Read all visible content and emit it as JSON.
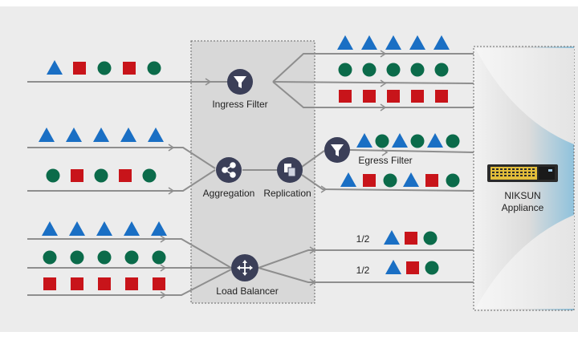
{
  "colors": {
    "panel": "#ececec",
    "zone": "#d7d7d7",
    "line": "#8e8e8e",
    "triangle": "#1a6fc4",
    "square": "#c8141a",
    "circle": "#0b6b4a",
    "node": "#3b3f58",
    "appliance_gold": "#e2bd3a"
  },
  "labels": {
    "ingress_filter": "Ingress Filter",
    "aggregation": "Aggregation",
    "replication": "Replication",
    "egress_filter": "Egress Filter",
    "load_balancer": "Load Balancer",
    "split_top": "1/2",
    "split_bottom": "1/2",
    "appliance_line1": "NIKSUN",
    "appliance_line2": "Appliance"
  },
  "icons": {
    "ingress_filter": "filter-icon",
    "aggregation": "share-icon",
    "replication": "copy-icon",
    "egress_filter": "filter-icon",
    "load_balancer": "move-arrows-icon",
    "appliance": "network-appliance-icon"
  },
  "packet_rows": [
    {
      "id": "input-mixed",
      "shapes": [
        "triangle",
        "square",
        "circle",
        "square",
        "circle"
      ]
    },
    {
      "id": "ingress-out-triangles",
      "shapes": [
        "triangle",
        "triangle",
        "triangle",
        "triangle",
        "triangle"
      ]
    },
    {
      "id": "ingress-out-circles",
      "shapes": [
        "circle",
        "circle",
        "circle",
        "circle",
        "circle"
      ]
    },
    {
      "id": "ingress-out-squares",
      "shapes": [
        "square",
        "square",
        "square",
        "square",
        "square"
      ]
    },
    {
      "id": "input-triangles",
      "shapes": [
        "triangle",
        "triangle",
        "triangle",
        "triangle",
        "triangle"
      ]
    },
    {
      "id": "input-circles-squares",
      "shapes": [
        "circle",
        "square",
        "circle",
        "square",
        "circle"
      ]
    },
    {
      "id": "egress-in-mixed",
      "shapes": [
        "triangle",
        "circle",
        "triangle",
        "circle",
        "triangle",
        "circle"
      ]
    },
    {
      "id": "egress-bypass-mixed",
      "shapes": [
        "triangle",
        "square",
        "circle",
        "triangle",
        "square",
        "circle"
      ]
    },
    {
      "id": "lb-in-triangles",
      "shapes": [
        "triangle",
        "triangle",
        "triangle",
        "triangle",
        "triangle"
      ]
    },
    {
      "id": "lb-in-circles",
      "shapes": [
        "circle",
        "circle",
        "circle",
        "circle",
        "circle"
      ]
    },
    {
      "id": "lb-in-squares",
      "shapes": [
        "square",
        "square",
        "square",
        "square",
        "square"
      ]
    },
    {
      "id": "lb-out-top",
      "shapes": [
        "triangle",
        "square",
        "circle"
      ]
    },
    {
      "id": "lb-out-bottom",
      "shapes": [
        "triangle",
        "square",
        "circle"
      ]
    }
  ]
}
